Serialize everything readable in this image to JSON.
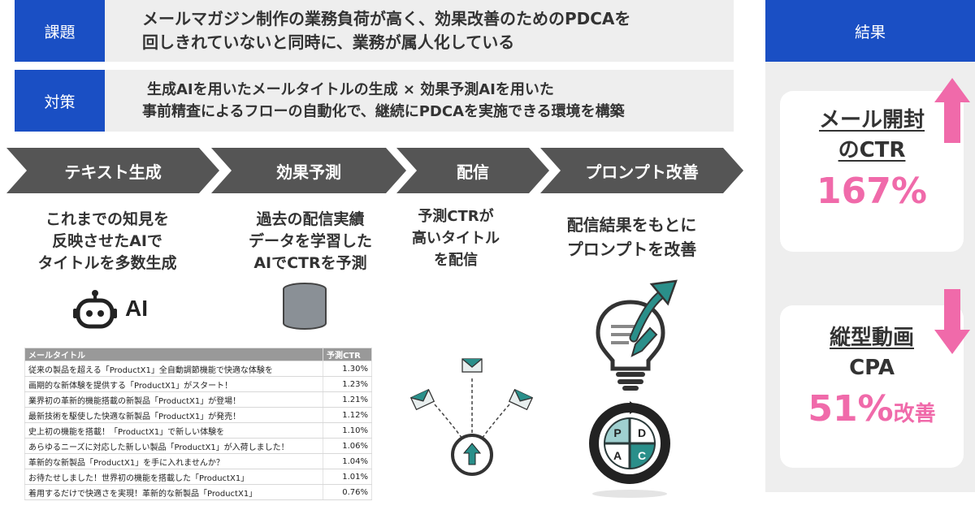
{
  "issue": {
    "tag": "課題",
    "line1": "メールマガジン制作の業務負荷が高く、効果改善のためのPDCAを",
    "line2": "回しきれていないと同時に、業務が属人化している"
  },
  "measure": {
    "tag": "対策",
    "line1": "生成AIを用いたメールタイトルの生成 × 効果予測AIを用いた",
    "line2": "事前精査によるフローの自動化で、継続にPDCAを実施できる環境を構築"
  },
  "steps": [
    {
      "label": "テキスト生成",
      "desc": [
        "これまでの知見を",
        "反映させたAIで",
        "タイトルを多数生成"
      ]
    },
    {
      "label": "効果予測",
      "desc": [
        "過去の配信実績",
        "データを学習した",
        "AIでCTRを予測"
      ]
    },
    {
      "label": "配信",
      "desc": [
        "予測CTRが",
        "高いタイトル",
        "を配信"
      ]
    },
    {
      "label": "プロンプト改善",
      "desc": [
        "配信結果をもとに",
        "プロンプトを改善"
      ]
    }
  ],
  "ai_logo_text": "AI",
  "table": {
    "headers": [
      "メールタイトル",
      "予測CTR"
    ],
    "rows": [
      [
        "従来の製品を超える「ProductX1」全自動調節機能で快適な体験を",
        "1.30%"
      ],
      [
        "画期的な新体験を提供する「ProductX1」がスタート！",
        "1.23%"
      ],
      [
        "業界初の革新的機能搭載の新製品「ProductX1」が登場！",
        "1.21%"
      ],
      [
        "最新技術を駆使した快適な新製品「ProductX1」が発売！",
        "1.12%"
      ],
      [
        "史上初の機能を搭載！「ProductX1」で新しい体験を",
        "1.10%"
      ],
      [
        "あらゆるニーズに対応した新しい製品「ProductX1」が入荷しました！",
        "1.06%"
      ],
      [
        "革新的な新製品「ProductX1」を手に入れませんか？",
        "1.04%"
      ],
      [
        "お待たせしました！世界初の機能を搭載した「ProductX1」",
        "1.01%"
      ],
      [
        "着用するだけで快適さを実現！革新的な新製品「ProductX1」",
        "0.76%"
      ]
    ]
  },
  "pdca": {
    "p": "P",
    "d": "D",
    "a": "A",
    "c": "C"
  },
  "result": {
    "title": "結果",
    "card1": {
      "line1": "メール開封",
      "line2": "のCTR",
      "value": "167%"
    },
    "card2": {
      "line1": "縦型動画",
      "line2": "CPA",
      "value": "51%",
      "suffix": "改善"
    }
  },
  "colors": {
    "blue": "#1a4fc4",
    "dark_arrow": "#555555",
    "pink": "#f06aaa",
    "teal": "#2a8f8a",
    "panel": "#eeeeee"
  }
}
